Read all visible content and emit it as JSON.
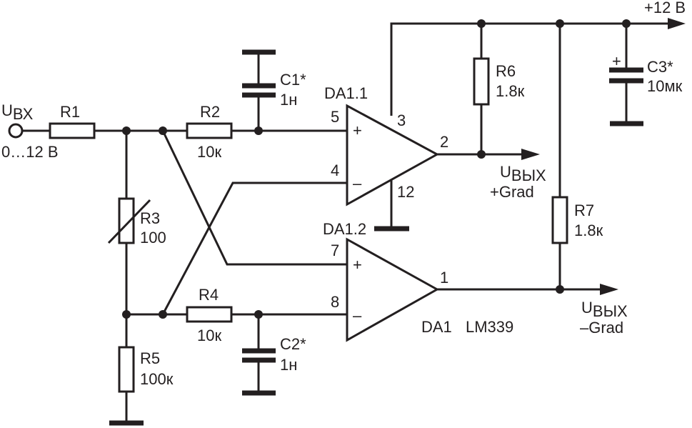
{
  "input": {
    "u_main": "U",
    "u_sub": "ВХ",
    "range": "0…12 В"
  },
  "supply": {
    "label": "+12 В"
  },
  "components": {
    "r1": {
      "name": "R1"
    },
    "r2": {
      "name": "R2",
      "value": "10к"
    },
    "r3": {
      "name": "R3",
      "value": "100"
    },
    "r4": {
      "name": "R4",
      "value": "10к"
    },
    "r5": {
      "name": "R5",
      "value": "100к"
    },
    "r6": {
      "name": "R6",
      "value": "1.8к"
    },
    "r7": {
      "name": "R7",
      "value": "1.8к"
    },
    "c1": {
      "name": "C1*",
      "value": "1н"
    },
    "c2": {
      "name": "C2*",
      "value": "1н"
    },
    "c3": {
      "name": "C3*",
      "value": "10мк",
      "polarity": "+"
    }
  },
  "opamps": {
    "da11": {
      "name": "DA1.1",
      "pin_plus": "5",
      "pin_minus": "4",
      "pin_out": "2",
      "pin_vcc": "3",
      "pin_gnd": "12",
      "sign_plus": "+",
      "sign_minus": "–"
    },
    "da12": {
      "name": "DA1.2",
      "pin_plus": "7",
      "pin_minus": "8",
      "pin_out": "1",
      "sign_plus": "+",
      "sign_minus": "–"
    },
    "chip": {
      "ref": "DA1",
      "part": "LM339"
    }
  },
  "outputs": {
    "plus": {
      "u_main": "U",
      "u_sub": "ВЫХ",
      "suffix": "+Grad"
    },
    "minus": {
      "u_main": "U",
      "u_sub": "ВЫХ",
      "suffix": "–Grad"
    }
  }
}
